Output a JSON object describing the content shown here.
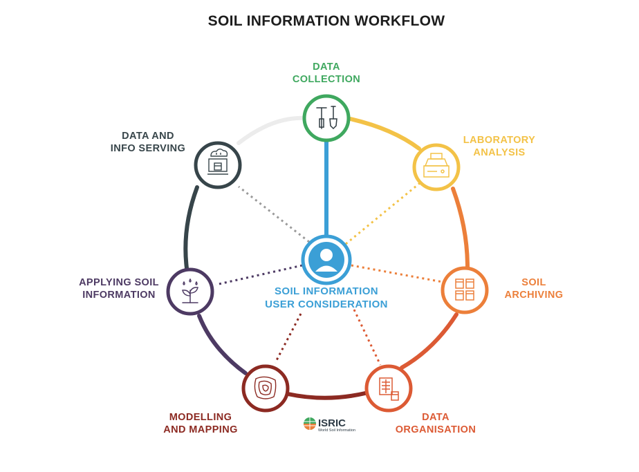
{
  "title": "SOIL INFORMATION WORKFLOW",
  "center": {
    "label_line1": "SOIL INFORMATION",
    "label_line2": "USER CONSIDERATION",
    "color": "#3b9fd6",
    "icon": "user-icon"
  },
  "nodes": [
    {
      "id": "data-collection",
      "line1": "DATA",
      "line2": "COLLECTION",
      "color": "#3fa85f",
      "icon": "soil-tools-icon"
    },
    {
      "id": "laboratory-analysis",
      "line1": "LABORATORY",
      "line2": "ANALYSIS",
      "color": "#f3c247",
      "icon": "lab-instrument-icon"
    },
    {
      "id": "soil-archiving",
      "line1": "SOIL",
      "line2": "ARCHIVING",
      "color": "#ec7f3a",
      "icon": "archive-jars-icon"
    },
    {
      "id": "data-organisation",
      "line1": "DATA",
      "line2": "ORGANISATION",
      "color": "#dc5a34",
      "icon": "data-sheets-icon"
    },
    {
      "id": "modelling-and-mapping",
      "line1": "MODELLING",
      "line2": "AND MAPPING",
      "color": "#8c2a22",
      "icon": "contour-map-icon"
    },
    {
      "id": "applying-soil-information",
      "line1": "APPLYING SOIL",
      "line2": "INFORMATION",
      "color": "#4d3a63",
      "icon": "plant-sprout-icon"
    },
    {
      "id": "data-and-info-serving",
      "line1": "DATA AND",
      "line2": "INFO SERVING",
      "color": "#37454a",
      "icon": "cloud-server-icon"
    }
  ],
  "logo": {
    "name": "ISRIC",
    "tagline": "World Soil Information",
    "colors": [
      "#3fa85f",
      "#ec7f3a"
    ]
  }
}
